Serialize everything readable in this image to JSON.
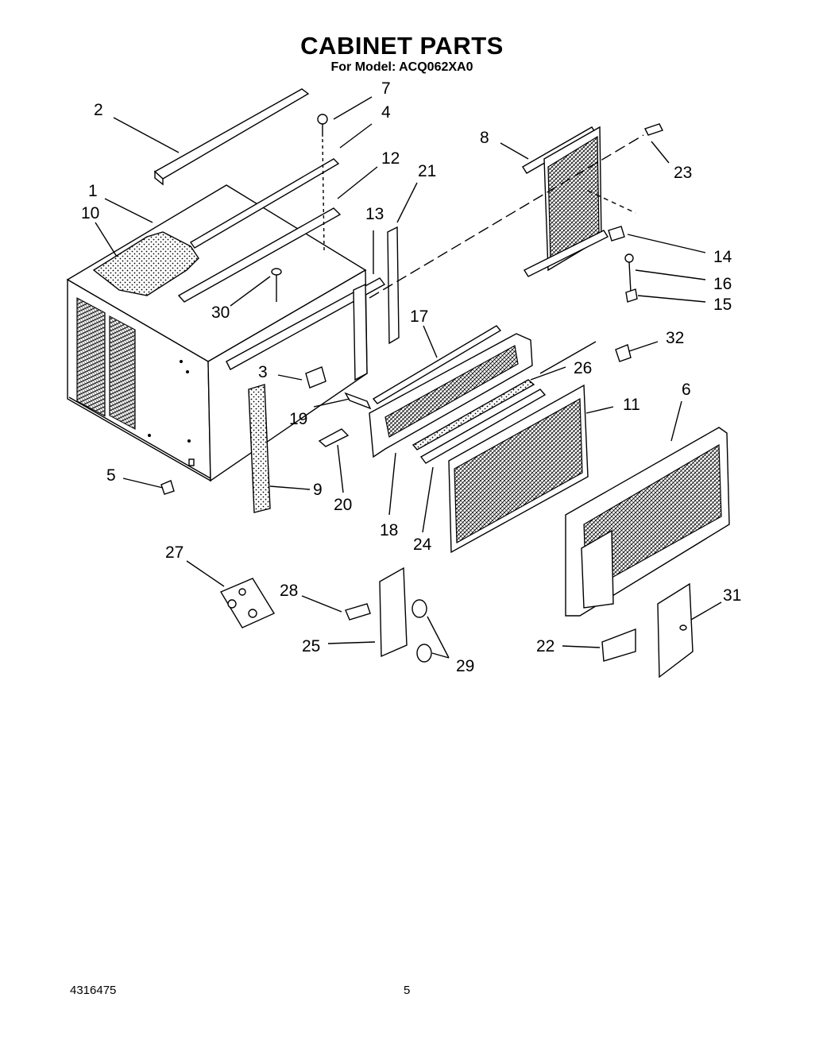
{
  "header": {
    "title": "CABINET PARTS",
    "subtitle": "For Model: ACQ062XA0"
  },
  "footer": {
    "doc_number": "4316475",
    "page_number": "5"
  },
  "callouts": [
    "1",
    "2",
    "3",
    "4",
    "5",
    "6",
    "7",
    "8",
    "9",
    "10",
    "11",
    "12",
    "13",
    "14",
    "15",
    "16",
    "17",
    "18",
    "19",
    "20",
    "21",
    "22",
    "23",
    "24",
    "25",
    "26",
    "27",
    "28",
    "29",
    "30",
    "31",
    "32"
  ]
}
